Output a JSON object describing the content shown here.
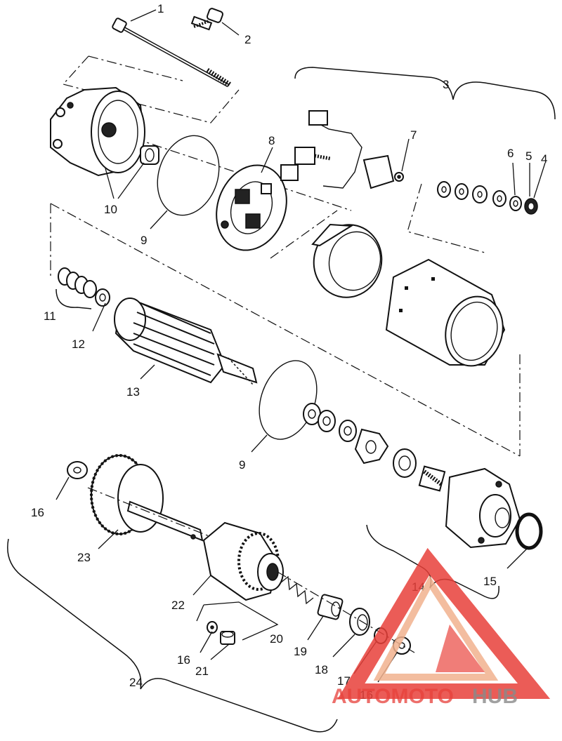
{
  "callouts": [
    {
      "id": "c1",
      "text": "1"
    },
    {
      "id": "c2",
      "text": "2"
    },
    {
      "id": "c3",
      "text": "3"
    },
    {
      "id": "c4",
      "text": "4"
    },
    {
      "id": "c5",
      "text": "5"
    },
    {
      "id": "c6",
      "text": "6"
    },
    {
      "id": "c7",
      "text": "7"
    },
    {
      "id": "c8",
      "text": "8"
    },
    {
      "id": "c9a",
      "text": "9"
    },
    {
      "id": "c10",
      "text": "10"
    },
    {
      "id": "c11",
      "text": "11"
    },
    {
      "id": "c12",
      "text": "12"
    },
    {
      "id": "c13",
      "text": "13"
    },
    {
      "id": "c9b",
      "text": "9"
    },
    {
      "id": "c14",
      "text": "14"
    },
    {
      "id": "c15",
      "text": "15"
    },
    {
      "id": "c16a",
      "text": "16"
    },
    {
      "id": "c23",
      "text": "23"
    },
    {
      "id": "c22",
      "text": "22"
    },
    {
      "id": "c20",
      "text": "20"
    },
    {
      "id": "c19",
      "text": "19"
    },
    {
      "id": "c18",
      "text": "18"
    },
    {
      "id": "c17",
      "text": "17"
    },
    {
      "id": "c16b",
      "text": "16"
    },
    {
      "id": "c16c",
      "text": "16"
    },
    {
      "id": "c21",
      "text": "21"
    },
    {
      "id": "c24",
      "text": "24"
    }
  ],
  "watermark": {
    "part1": "AUTOMOTO",
    "part2": "HUB",
    "color_primary": "#e8403a",
    "color_secondary": "#f2b28f",
    "color_text_hub": "#8a8a8a"
  }
}
